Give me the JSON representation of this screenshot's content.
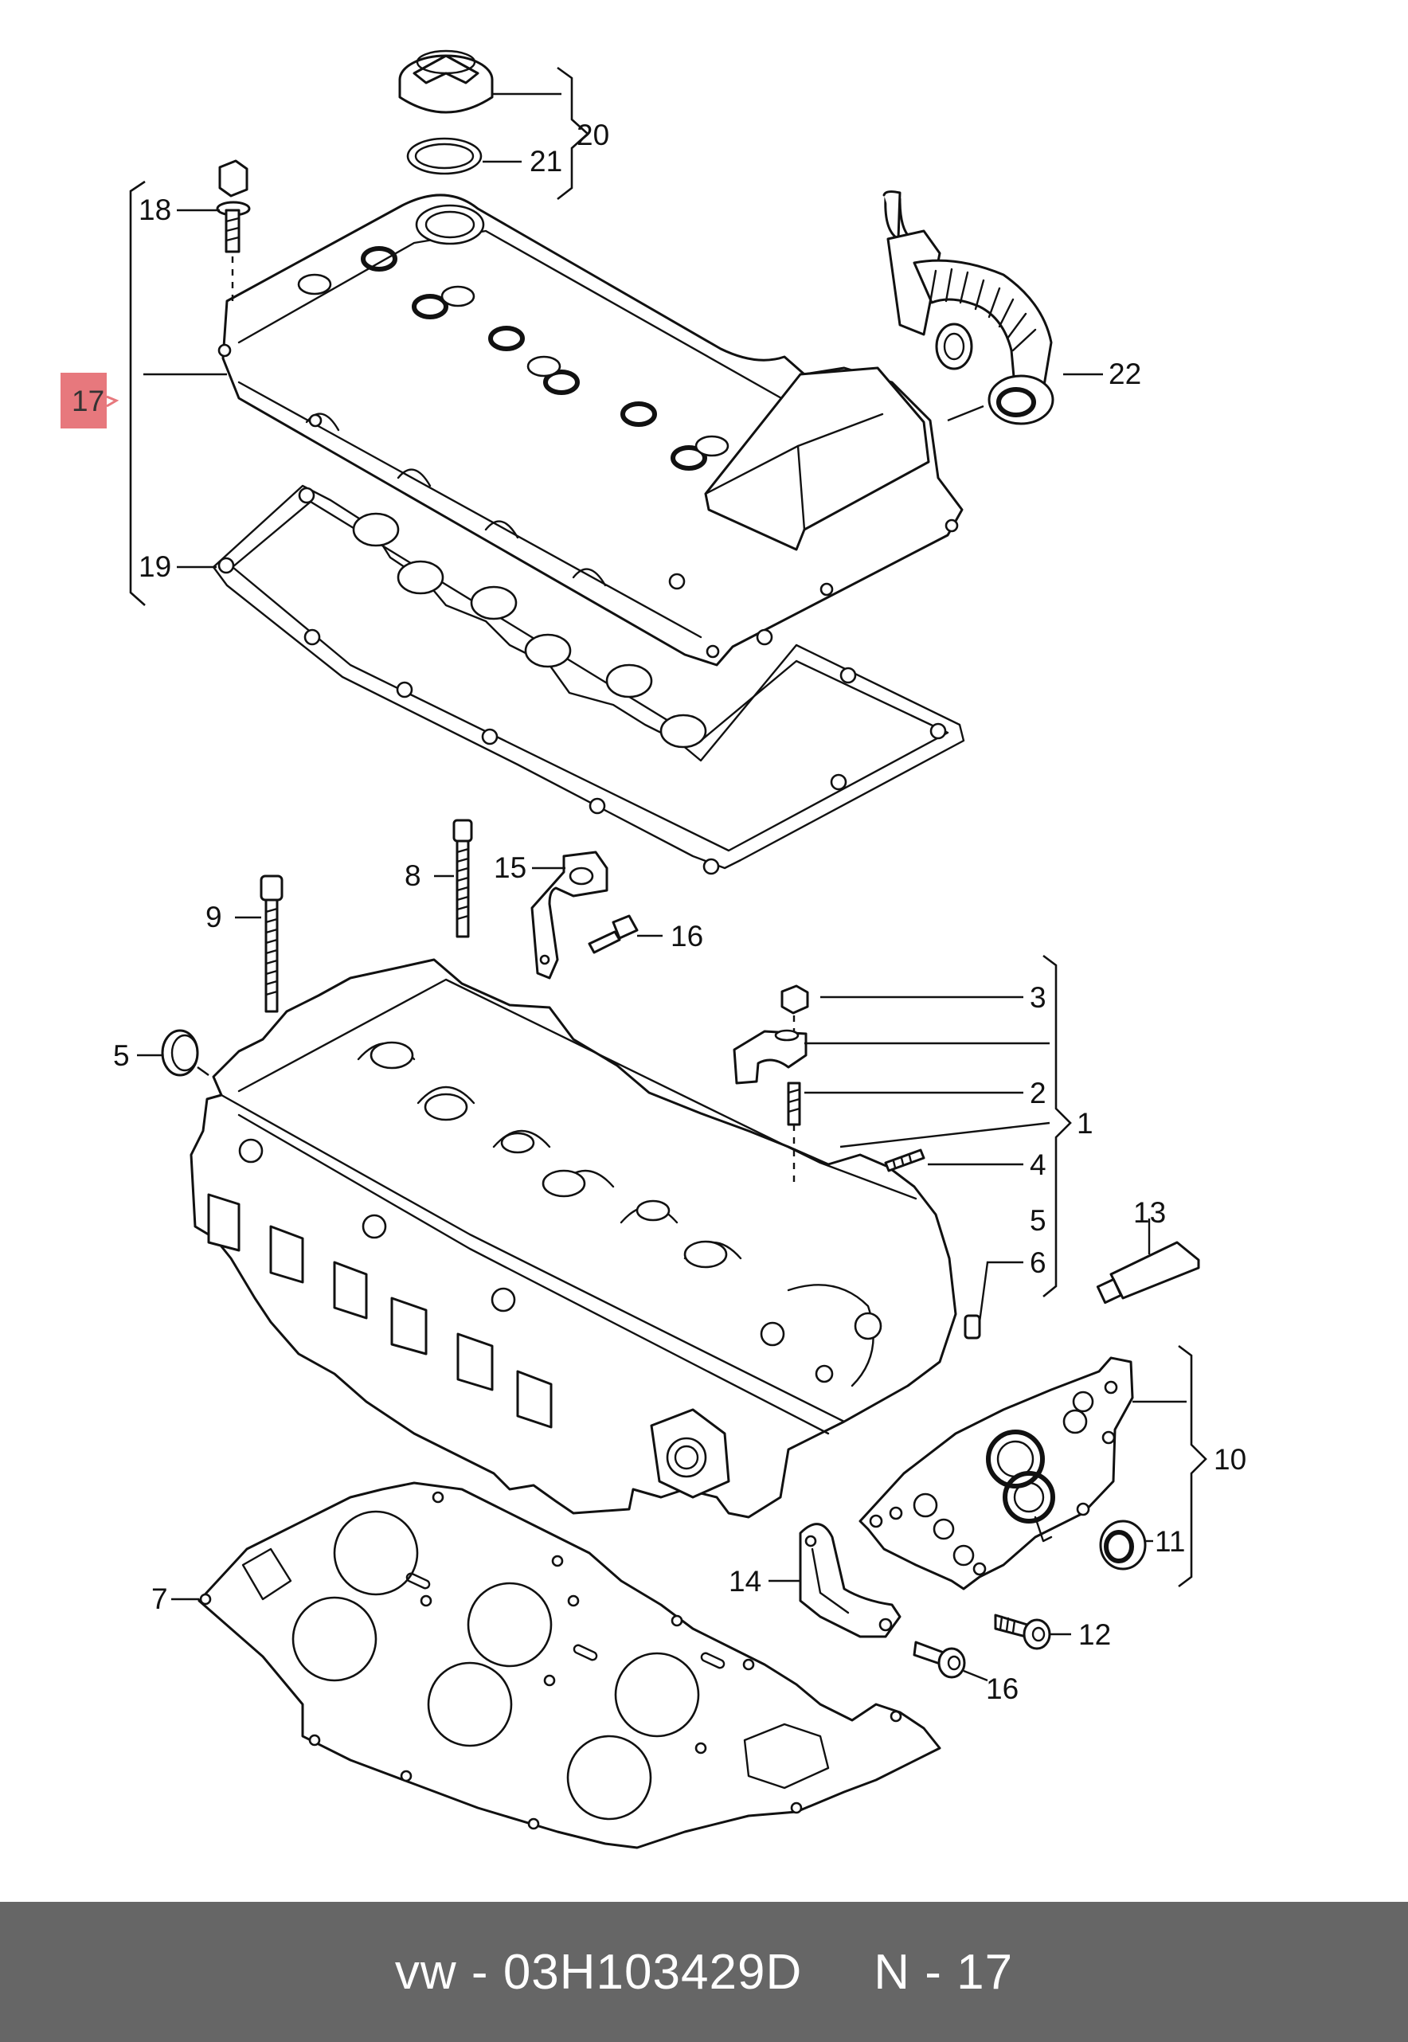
{
  "diagram": {
    "callouts": {
      "c1": "1",
      "c2": "2",
      "c3": "3",
      "c4": "4",
      "c5a": "5",
      "c5b": "5",
      "c6": "6",
      "c7": "7",
      "c8": "8",
      "c9": "9",
      "c10": "10",
      "c11": "11",
      "c12": "12",
      "c13": "13",
      "c14": "14",
      "c15": "15",
      "c16a": "16",
      "c16b": "16",
      "c17": "17",
      "c18": "18",
      "c19": "19",
      "c20": "20",
      "c21": "21",
      "c22": "22"
    },
    "highlighted_callout": "17",
    "highlight_color": "#e7787d"
  },
  "footer": {
    "brand": "vw",
    "separator": "-",
    "part_number": "03H103429D",
    "position_prefix": "N",
    "position_separator": "-",
    "position_number": "17",
    "background_color": "#666666",
    "text_color": "#ffffff"
  }
}
